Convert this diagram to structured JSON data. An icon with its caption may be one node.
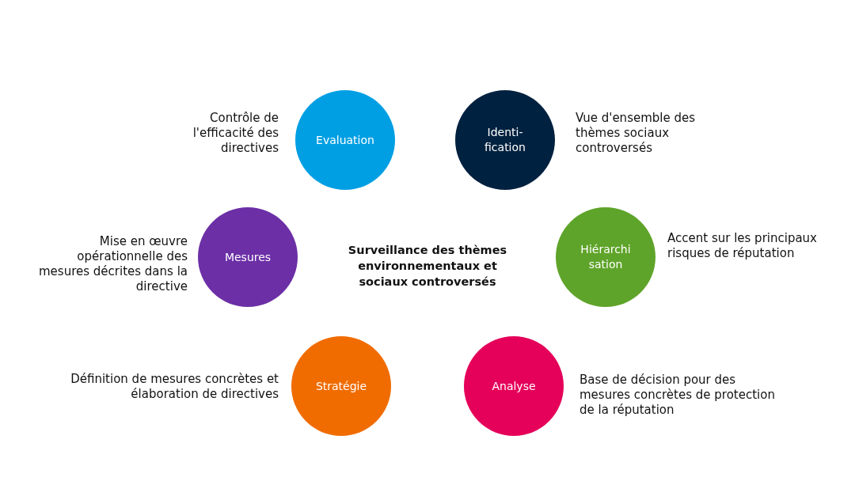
{
  "diagram": {
    "title": "Surveillance des thèmes environnementaux et sociaux controversés",
    "nodes": [
      {
        "text": [
          "Evaluation"
        ],
        "beside": [
          "Contrôle de l'efficacité des directives"
        ]
      },
      {
        "text": [
          "Identi- fication"
        ],
        "beside": [
          "Vue d'ensemble des thèmes sociaux controversés"
        ]
      },
      {
        "text": [
          "Mesures"
        ],
        "beside": [
          "Mise en œuvre opérationnelle des mesures décrites dans la directive"
        ]
      },
      {
        "text": [
          "Hiérarchi sation"
        ],
        "beside": [
          "Accent sur les principaux risques de réputation"
        ]
      },
      {
        "text": [
          "Stratégie"
        ],
        "beside": [
          "Définition de mesures concrètes et élaboration de directives"
        ]
      },
      {
        "text": [
          "Analyse"
        ],
        "beside": [
          "Base de décision pour des mesures concrètes de protection de la réputation"
        ]
      }
    ],
    "edges": []
  }
}
